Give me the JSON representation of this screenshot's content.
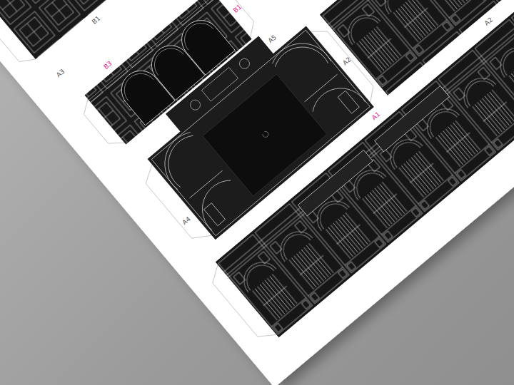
{
  "diagram": {
    "labels": [
      "B1",
      "A3",
      "B3",
      "B1",
      "A5",
      "A2",
      "A4",
      "A1",
      "A2"
    ]
  }
}
